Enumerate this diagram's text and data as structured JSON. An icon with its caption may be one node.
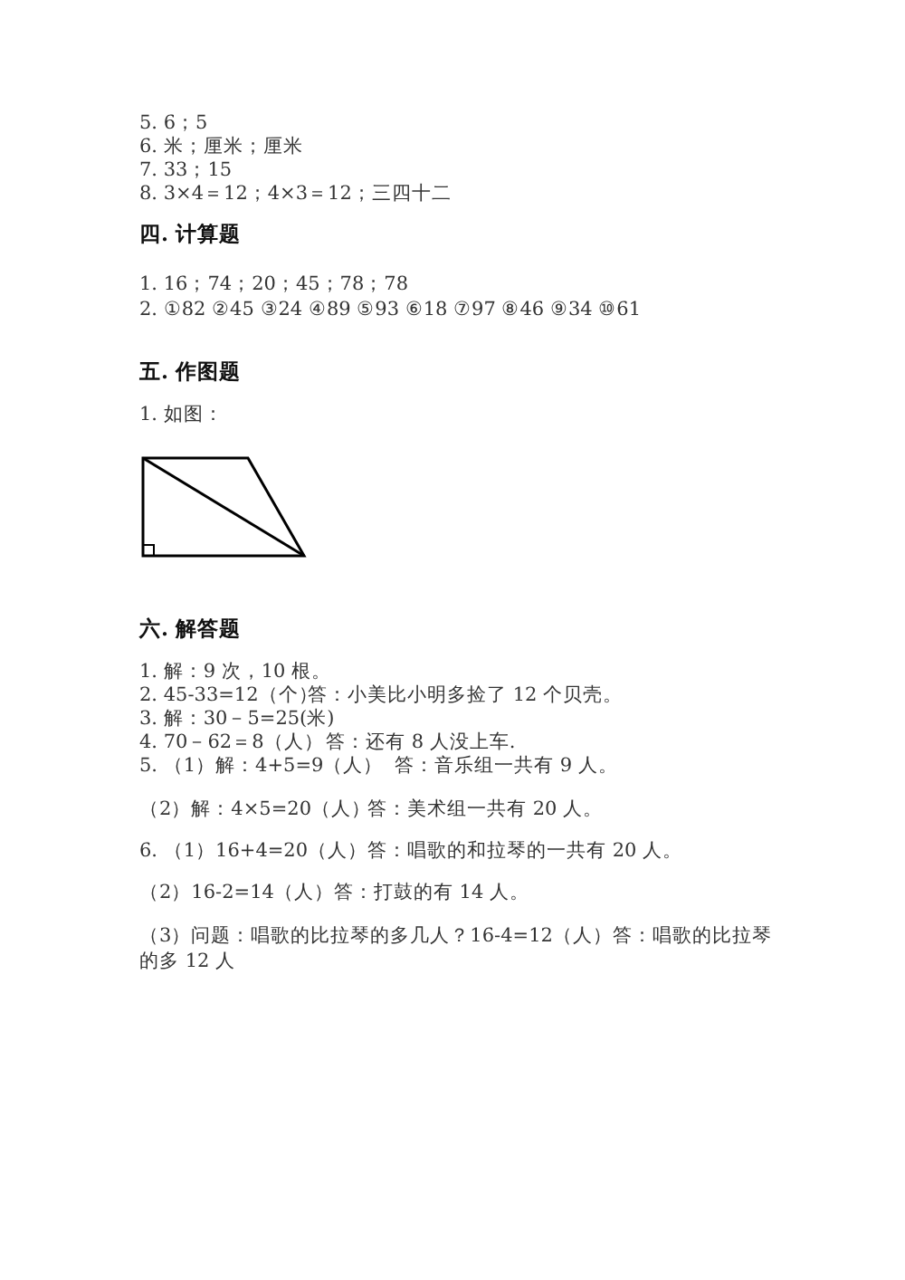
{
  "diagram": {
    "labels": [
      "5. 6；5",
      "6. 米；厘米；厘米",
      "7. 33；15",
      "8. 3×4＝12；4×3＝12；三四十二",
      "四. 计算题",
      "1. 16；74；20；45；78；78",
      "2. ①82 ②45 ③24 ④89 ⑤93 ⑥18 ⑦97 ⑧46 ⑨34 ⑩61",
      "五. 作图题",
      "1. 如图：",
      "六. 解答题",
      "1. 解：9 次，10 根。",
      "2. 45-33=12（个）",
      "答：小美比小明多捡了 12 个贝壳。",
      "3. 解：30－5=25(米)",
      "4. 70－62＝8（人）",
      "答：还有 8 人没上车.",
      "5. （1）解：4+5=9（人）",
      "答：音乐组一共有 9 人。",
      "（2）解：4×5=20（人）",
      "答：美术组一共有 20 人。",
      "6. （1）16+4=20（人）答：唱歌的和拉琴的一共有 20 人。",
      "（2）16-2=14（人）答：打鼓的有 14 人。",
      "（3）问题：唱歌的比拉琴的多几人？16-4=12（人）答：唱歌的比拉琴的多 12 人"
    ]
  }
}
